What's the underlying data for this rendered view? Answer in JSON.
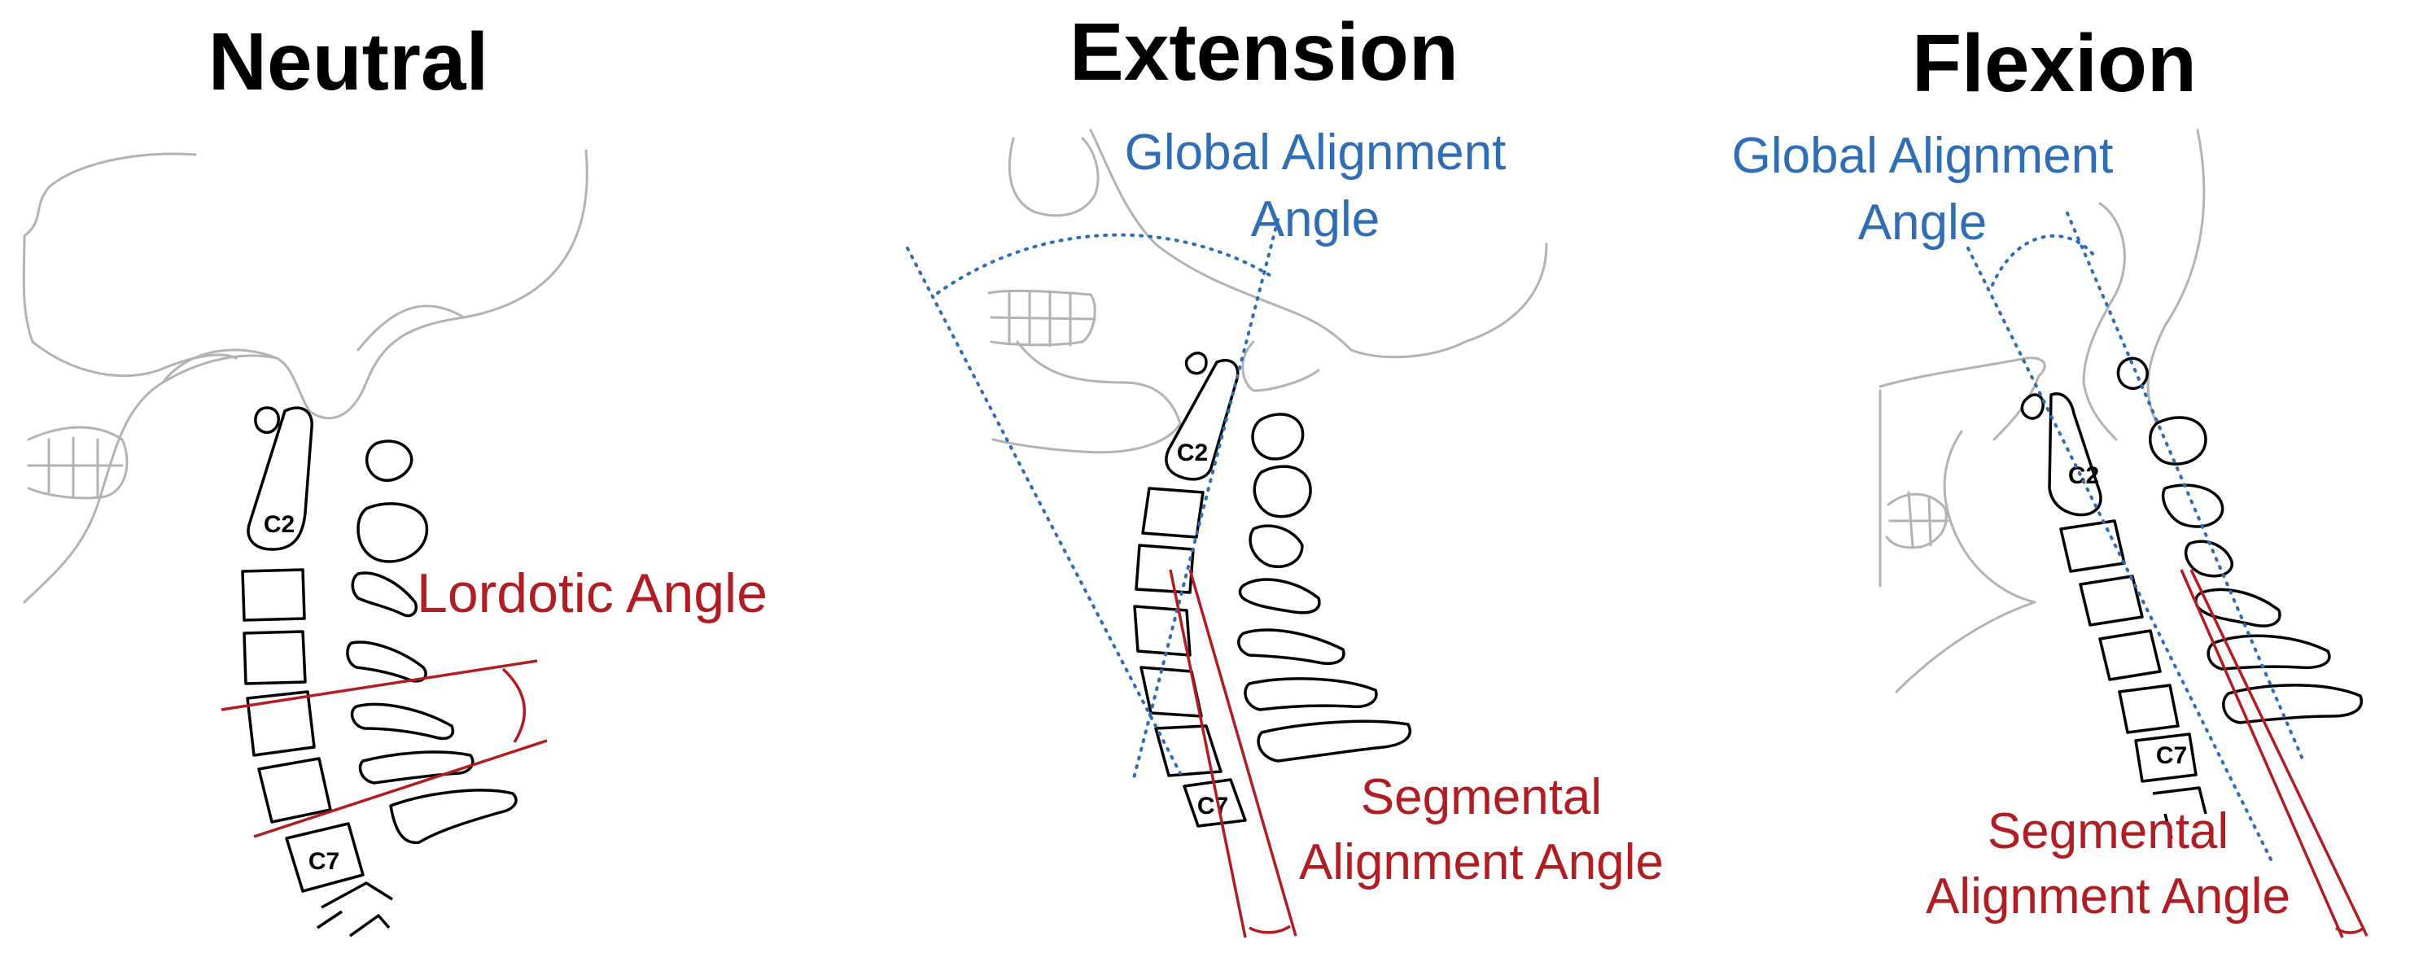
{
  "panels": [
    {
      "title": "Neutral",
      "labels": {
        "lordotic": "Lordotic Angle"
      }
    },
    {
      "title": "Extension",
      "labels": {
        "global_line1": "Global Alignment",
        "global_line2": "Angle",
        "segmental_line1": "Segmental",
        "segmental_line2": "Alignment Angle"
      }
    },
    {
      "title": "Flexion",
      "labels": {
        "global_line1": "Global Alignment",
        "global_line2": "Angle",
        "segmental_line1": "Segmental",
        "segmental_line2": "Alignment Angle"
      }
    }
  ],
  "vertebra_labels": {
    "top": "C2",
    "bottom": "C7"
  },
  "colors": {
    "global_angle": "#2f6db5",
    "segmental_angle": "#b01e23",
    "outline": "#b3b3b3"
  }
}
